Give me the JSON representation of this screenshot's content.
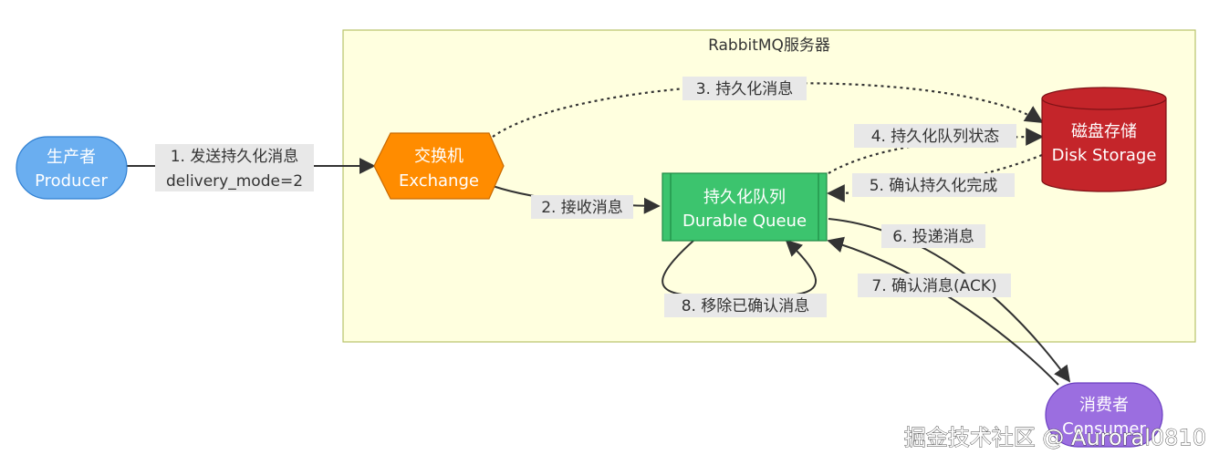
{
  "cluster": {
    "title": "RabbitMQ服务器"
  },
  "nodes": {
    "producer": {
      "line1": "生产者",
      "line2": "Producer"
    },
    "exchange": {
      "line1": "交换机",
      "line2": "Exchange"
    },
    "queue": {
      "line1": "持久化队列",
      "line2": "Durable Queue"
    },
    "disk": {
      "line1": "磁盘存储",
      "line2": "Disk Storage"
    },
    "consumer": {
      "line1": "消费者",
      "line2": "Consumer"
    }
  },
  "edges": {
    "e1": {
      "line1": "1. 发送持久化消息",
      "line2": "delivery_mode=2"
    },
    "e2": {
      "label": "2. 接收消息"
    },
    "e3": {
      "label": "3. 持久化消息"
    },
    "e4": {
      "label": "4. 持久化队列状态"
    },
    "e5": {
      "label": "5. 确认持久化完成"
    },
    "e6": {
      "label": "6. 投递消息"
    },
    "e7": {
      "label": "7. 确认消息(ACK)"
    },
    "e8": {
      "label": "8. 移除已确认消息"
    }
  },
  "watermark": {
    "text": "掘金技术社区 @ Auroral0810"
  },
  "colors": {
    "producer": "#6aaef0",
    "exchange": "#ff8c00",
    "queue": "#3cc46e",
    "disk": "#c4252a",
    "consumer": "#9b6ee0",
    "cluster_fill": "#ffffdf",
    "cluster_stroke": "#b8c36a"
  }
}
